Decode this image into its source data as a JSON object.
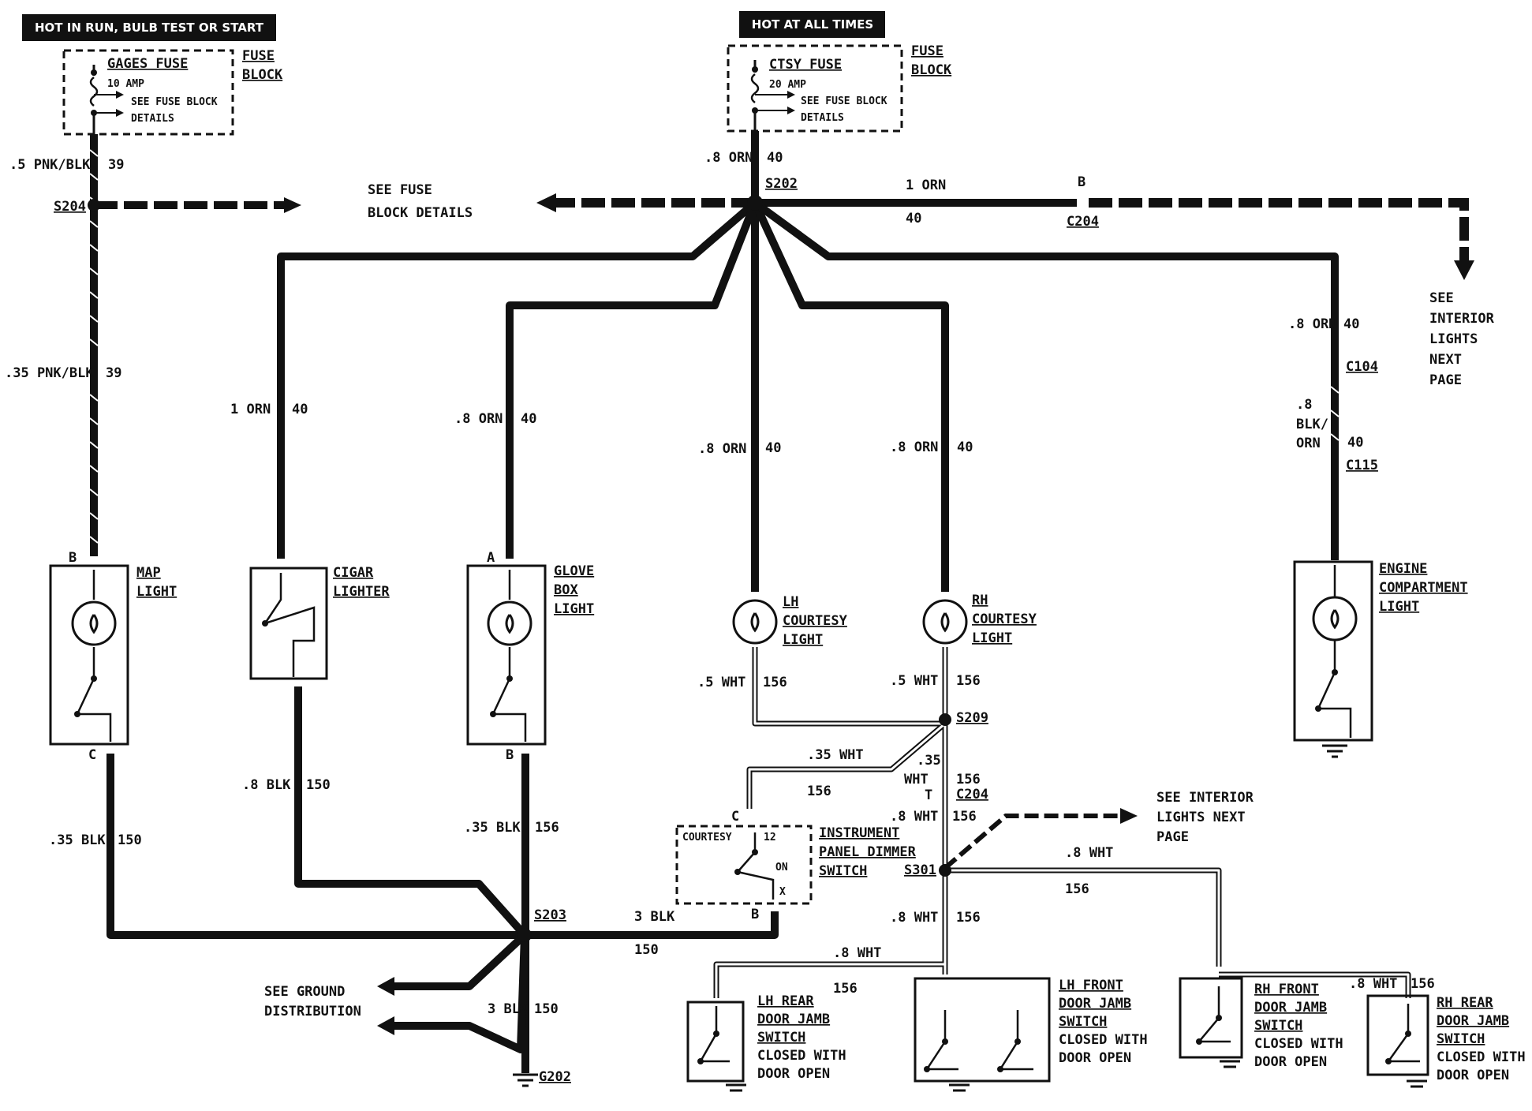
{
  "headers": {
    "run": "HOT IN RUN, BULB TEST OR START",
    "always": "HOT AT ALL TIMES"
  },
  "fuses": {
    "gages": {
      "name": "GAGES FUSE",
      "rating": "10 AMP",
      "see_line1": "SEE FUSE BLOCK",
      "see_line2": "DETAILS",
      "block_line1": "FUSE",
      "block_line2": "BLOCK"
    },
    "ctsy": {
      "name": "CTSY FUSE",
      "rating": "20 AMP",
      "see_line1": "SEE FUSE BLOCK",
      "see_line2": "DETAILS",
      "block_line1": "FUSE",
      "block_line2": "BLOCK"
    }
  },
  "splices": {
    "s204": "S204",
    "s202": "S202",
    "s209": "S209",
    "s301": "S301",
    "s203": "S203",
    "g202": "G202"
  },
  "connectors": {
    "c204_top": "C204",
    "c204_top_pin": "B",
    "c104": "C104",
    "c115": "C115",
    "c204_mid": "C204",
    "c204_mid_pin": "T"
  },
  "notes": {
    "see_fuse_line1": "SEE FUSE",
    "see_fuse_line2": "BLOCK DETAILS",
    "interior_top": [
      "SEE",
      "INTERIOR",
      "LIGHTS",
      "NEXT",
      "PAGE"
    ],
    "interior_mid": [
      "SEE INTERIOR",
      "LIGHTS NEXT",
      "PAGE"
    ],
    "ground_line1": "SEE GROUND",
    "ground_line2": "DISTRIBUTION"
  },
  "components": {
    "map": [
      "MAP",
      "LIGHT"
    ],
    "cigar": [
      "CIGAR",
      "LIGHTER"
    ],
    "glove": [
      "GLOVE",
      "BOX",
      "LIGHT"
    ],
    "lh_courtesy": [
      "LH",
      "COURTESY",
      "LIGHT"
    ],
    "rh_courtesy": [
      "RH",
      "COURTESY",
      "LIGHT"
    ],
    "engine": [
      "ENGINE",
      "COMPARTMENT",
      "LIGHT"
    ],
    "dimmer": [
      "INSTRUMENT",
      "PANEL DIMMER",
      "SWITCH"
    ],
    "dimmer_inner": {
      "courtesy": "COURTESY",
      "num": "12",
      "on": "ON",
      "x": "X"
    },
    "lh_rear": [
      "LH REAR",
      "DOOR JAMB",
      "SWITCH",
      "CLOSED WITH",
      "DOOR OPEN"
    ],
    "lh_front": [
      "LH FRONT",
      "DOOR JAMB",
      "SWITCH",
      "CLOSED WITH",
      "DOOR OPEN"
    ],
    "rh_front": [
      "RH FRONT",
      "DOOR JAMB",
      "SWITCH",
      "CLOSED WITH",
      "DOOR OPEN"
    ],
    "rh_rear": [
      "RH REAR",
      "DOOR JAMB",
      "SWITCH",
      "CLOSED WITH",
      "DOOR OPEN"
    ]
  },
  "pins": {
    "map_top": "B",
    "map_bot": "C",
    "glove_top": "A",
    "glove_bot": "B",
    "dimmer_top": "C",
    "dimmer_bot": "B"
  },
  "wires": {
    "w1": {
      "size": ".5 PNK/BLK",
      "circuit": "39"
    },
    "w2": {
      "size": ".35 PNK/BLK",
      "circuit": "39"
    },
    "w3": {
      "size": ".8 ORN",
      "circuit": "40"
    },
    "w4": {
      "size": "1 ORN",
      "circuit": "40"
    },
    "w5": {
      "size": "1 ORN",
      "circuit": "40"
    },
    "w6": {
      "size": ".8 ORN",
      "circuit": "40"
    },
    "w7": {
      "size": ".8 ORN",
      "circuit": "40"
    },
    "w8": {
      "size": ".8 ORN",
      "circuit": "40"
    },
    "w9": {
      "size": ".8 ORN",
      "circuit": "40"
    },
    "w10": {
      "size_1": ".8",
      "size_2": "BLK/",
      "size_3": "ORN",
      "circuit": "40"
    },
    "w11": {
      "size": ".5 WHT",
      "circuit": "156"
    },
    "w12": {
      "size": ".5 WHT",
      "circuit": "156"
    },
    "w13": {
      "size": ".35 WHT",
      "circuit": "156"
    },
    "w14": {
      "size_1": ".35",
      "size_2": "WHT",
      "circuit": "156"
    },
    "w15": {
      "size": ".8 WHT",
      "circuit": "156"
    },
    "w16": {
      "size": ".8 WHT",
      "circuit": "156"
    },
    "w17": {
      "size": ".8 WHT",
      "circuit": "156"
    },
    "w18": {
      "size": ".8 WHT",
      "circuit": "156"
    },
    "w19": {
      "size": ".8 WHT",
      "circuit": "156"
    },
    "w20": {
      "size": ".35 BLK",
      "circuit": "150"
    },
    "w21": {
      "size": ".8 BLK",
      "circuit": "150"
    },
    "w22": {
      "size": ".35 BLK",
      "circuit": "156"
    },
    "w23": {
      "size": "3 BLK",
      "circuit": "150"
    },
    "w24": {
      "size": "3 BLK",
      "circuit": "150"
    }
  }
}
